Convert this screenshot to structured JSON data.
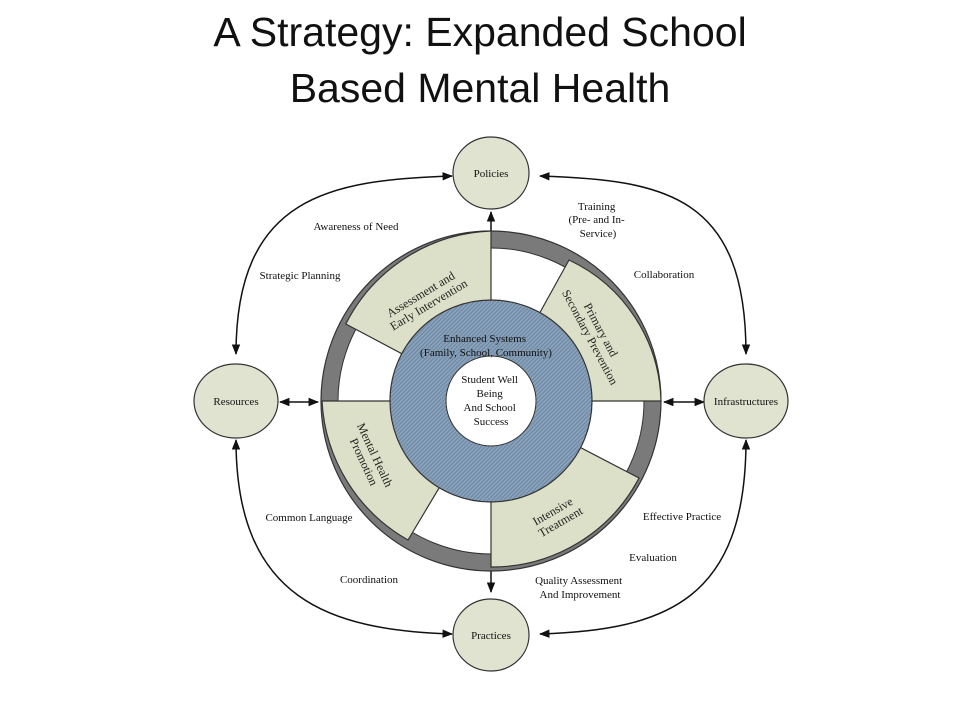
{
  "title": {
    "line1": "A Strategy: Expanded School",
    "line2": "Based Mental Health"
  },
  "colors": {
    "node_fill": "#dfe3cf",
    "segment_fill": "#dde0c8",
    "band_dark": "#7a7a7a",
    "inner_ring": "#8fa6be",
    "line": "#111111"
  },
  "nodes": {
    "policies": "Policies",
    "resources": "Resources",
    "infrastructures": "Infrastructures",
    "practices": "Practices"
  },
  "links": {
    "awareness": "Awareness of Need",
    "strategic": "Strategic Planning",
    "training": [
      "Training",
      "(Pre- and In-",
      "Service)"
    ],
    "collaboration": "Collaboration",
    "common_language": "Common Language",
    "coordination": "Coordination",
    "effective_practice": "Effective Practice",
    "evaluation": "Evaluation",
    "quality": [
      "Quality Assessment",
      "And Improvement"
    ]
  },
  "segments": {
    "assessment": [
      "Assessment and",
      "Early Intervention"
    ],
    "primary": [
      "Primary and",
      "Secondary Prevention"
    ],
    "mental": [
      "Mental Health",
      "Promotion"
    ],
    "intensive": [
      "Intensive",
      "Treatment"
    ]
  },
  "core": {
    "enhanced": [
      "Enhanced Systems",
      "(Family, School, Community)"
    ],
    "center": [
      "Student Well",
      "Being",
      "And School",
      "Success"
    ]
  }
}
